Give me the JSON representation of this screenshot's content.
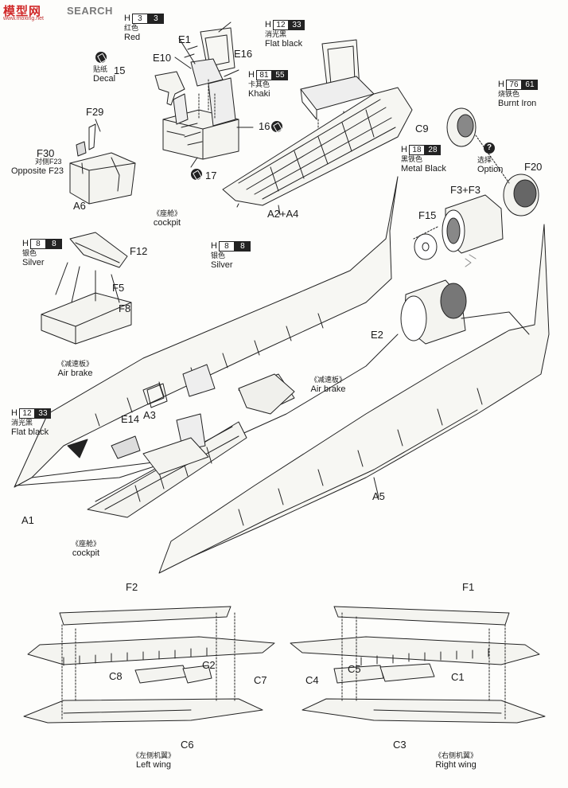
{
  "watermark": {
    "logo": "模型网",
    "site": "SEARCH",
    "url": "www.moxing.net"
  },
  "parts": {
    "E1": "E1",
    "E10": "E10",
    "E16": "E16",
    "p15": "15",
    "p16": "16",
    "p17": "17",
    "F29": "F29",
    "F30": "F30",
    "A6": "A6",
    "A2A4": "A2+A4",
    "C9": "C9",
    "F20": "F20",
    "F3F3": "F3+F3",
    "F15": "F15",
    "E2": "E2",
    "F12": "F12",
    "F5": "F5",
    "F8": "F8",
    "A3": "A3",
    "E14": "E14",
    "A1": "A1",
    "A5": "A5",
    "F2": "F2",
    "F1": "F1",
    "C8": "C8",
    "C2": "C2",
    "C7": "C7",
    "C4": "C4",
    "C5": "C5",
    "C1": "C1",
    "C6": "C6",
    "C3": "C3"
  },
  "opposite": {
    "cn": "对侧F23",
    "en": "Opposite F23"
  },
  "decal": {
    "cn": "贴纸",
    "en": "Decal"
  },
  "option": {
    "cn": "选择",
    "en": "Option",
    "glyph": "?"
  },
  "paints": {
    "red": {
      "h": "H",
      "n1": "3",
      "n2": "3",
      "cn": "红色",
      "en": "Red"
    },
    "flatblack1": {
      "h": "H",
      "n1": "12",
      "n2": "33",
      "cn": "消光黑",
      "en": "Flat black"
    },
    "khaki": {
      "h": "H",
      "n1": "81",
      "n2": "55",
      "cn": "卡其色",
      "en": "Khaki"
    },
    "burntiron": {
      "h": "H",
      "n1": "76",
      "n2": "61",
      "cn": "烧铁色",
      "en": "Burnt Iron"
    },
    "metalblack": {
      "h": "H",
      "n1": "18",
      "n2": "28",
      "cn": "黑铁色",
      "en": "Metal  Black"
    },
    "silver1": {
      "h": "H",
      "n1": "8",
      "n2": "8",
      "cn": "银色",
      "en": "Silver"
    },
    "silver2": {
      "h": "H",
      "n1": "8",
      "n2": "8",
      "cn": "银色",
      "en": "Silver"
    },
    "flatblack2": {
      "h": "H",
      "n1": "12",
      "n2": "33",
      "cn": "消光黑",
      "en": "Flat black"
    }
  },
  "captions": {
    "cockpit1": {
      "cn": "《座舱》",
      "en": "cockpit"
    },
    "airbrake1": {
      "cn": "《减速板》",
      "en": "Air brake"
    },
    "airbrake2": {
      "cn": "《减速板》",
      "en": "Air brake"
    },
    "cockpit2": {
      "cn": "《座舱》",
      "en": "cockpit"
    },
    "leftwing": {
      "cn": "《左侧机翼》",
      "en": "Left wing"
    },
    "rightwing": {
      "cn": "《右侧机翼》",
      "en": "Right wing"
    }
  }
}
